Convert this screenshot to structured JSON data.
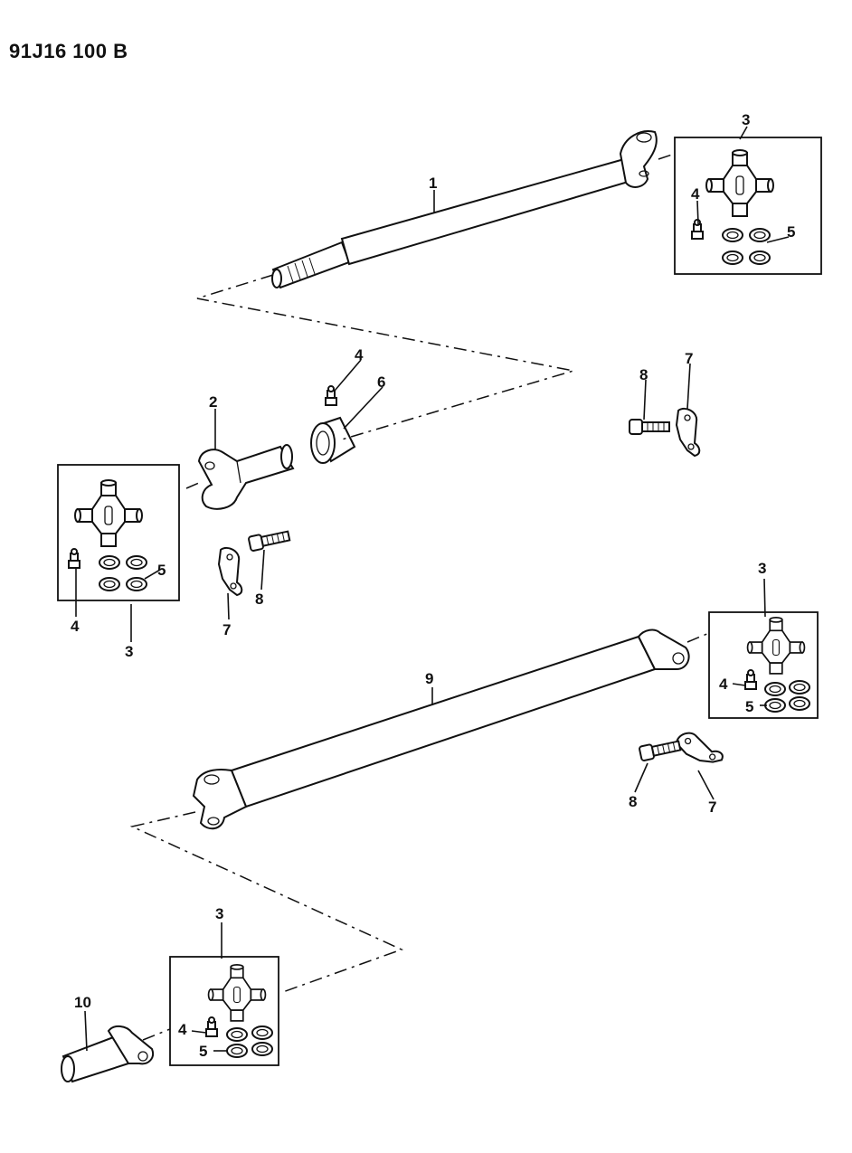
{
  "header": {
    "drawing_code": "91J16 100 B"
  },
  "labels": {
    "shaft_front": "1",
    "slip_yoke": "2",
    "u_joint": "3",
    "grease_fitting": "4",
    "snap_ring": "5",
    "bearing": "6",
    "strap": "7",
    "bolt": "8",
    "shaft_rear": "9",
    "yoke_end": "10"
  }
}
